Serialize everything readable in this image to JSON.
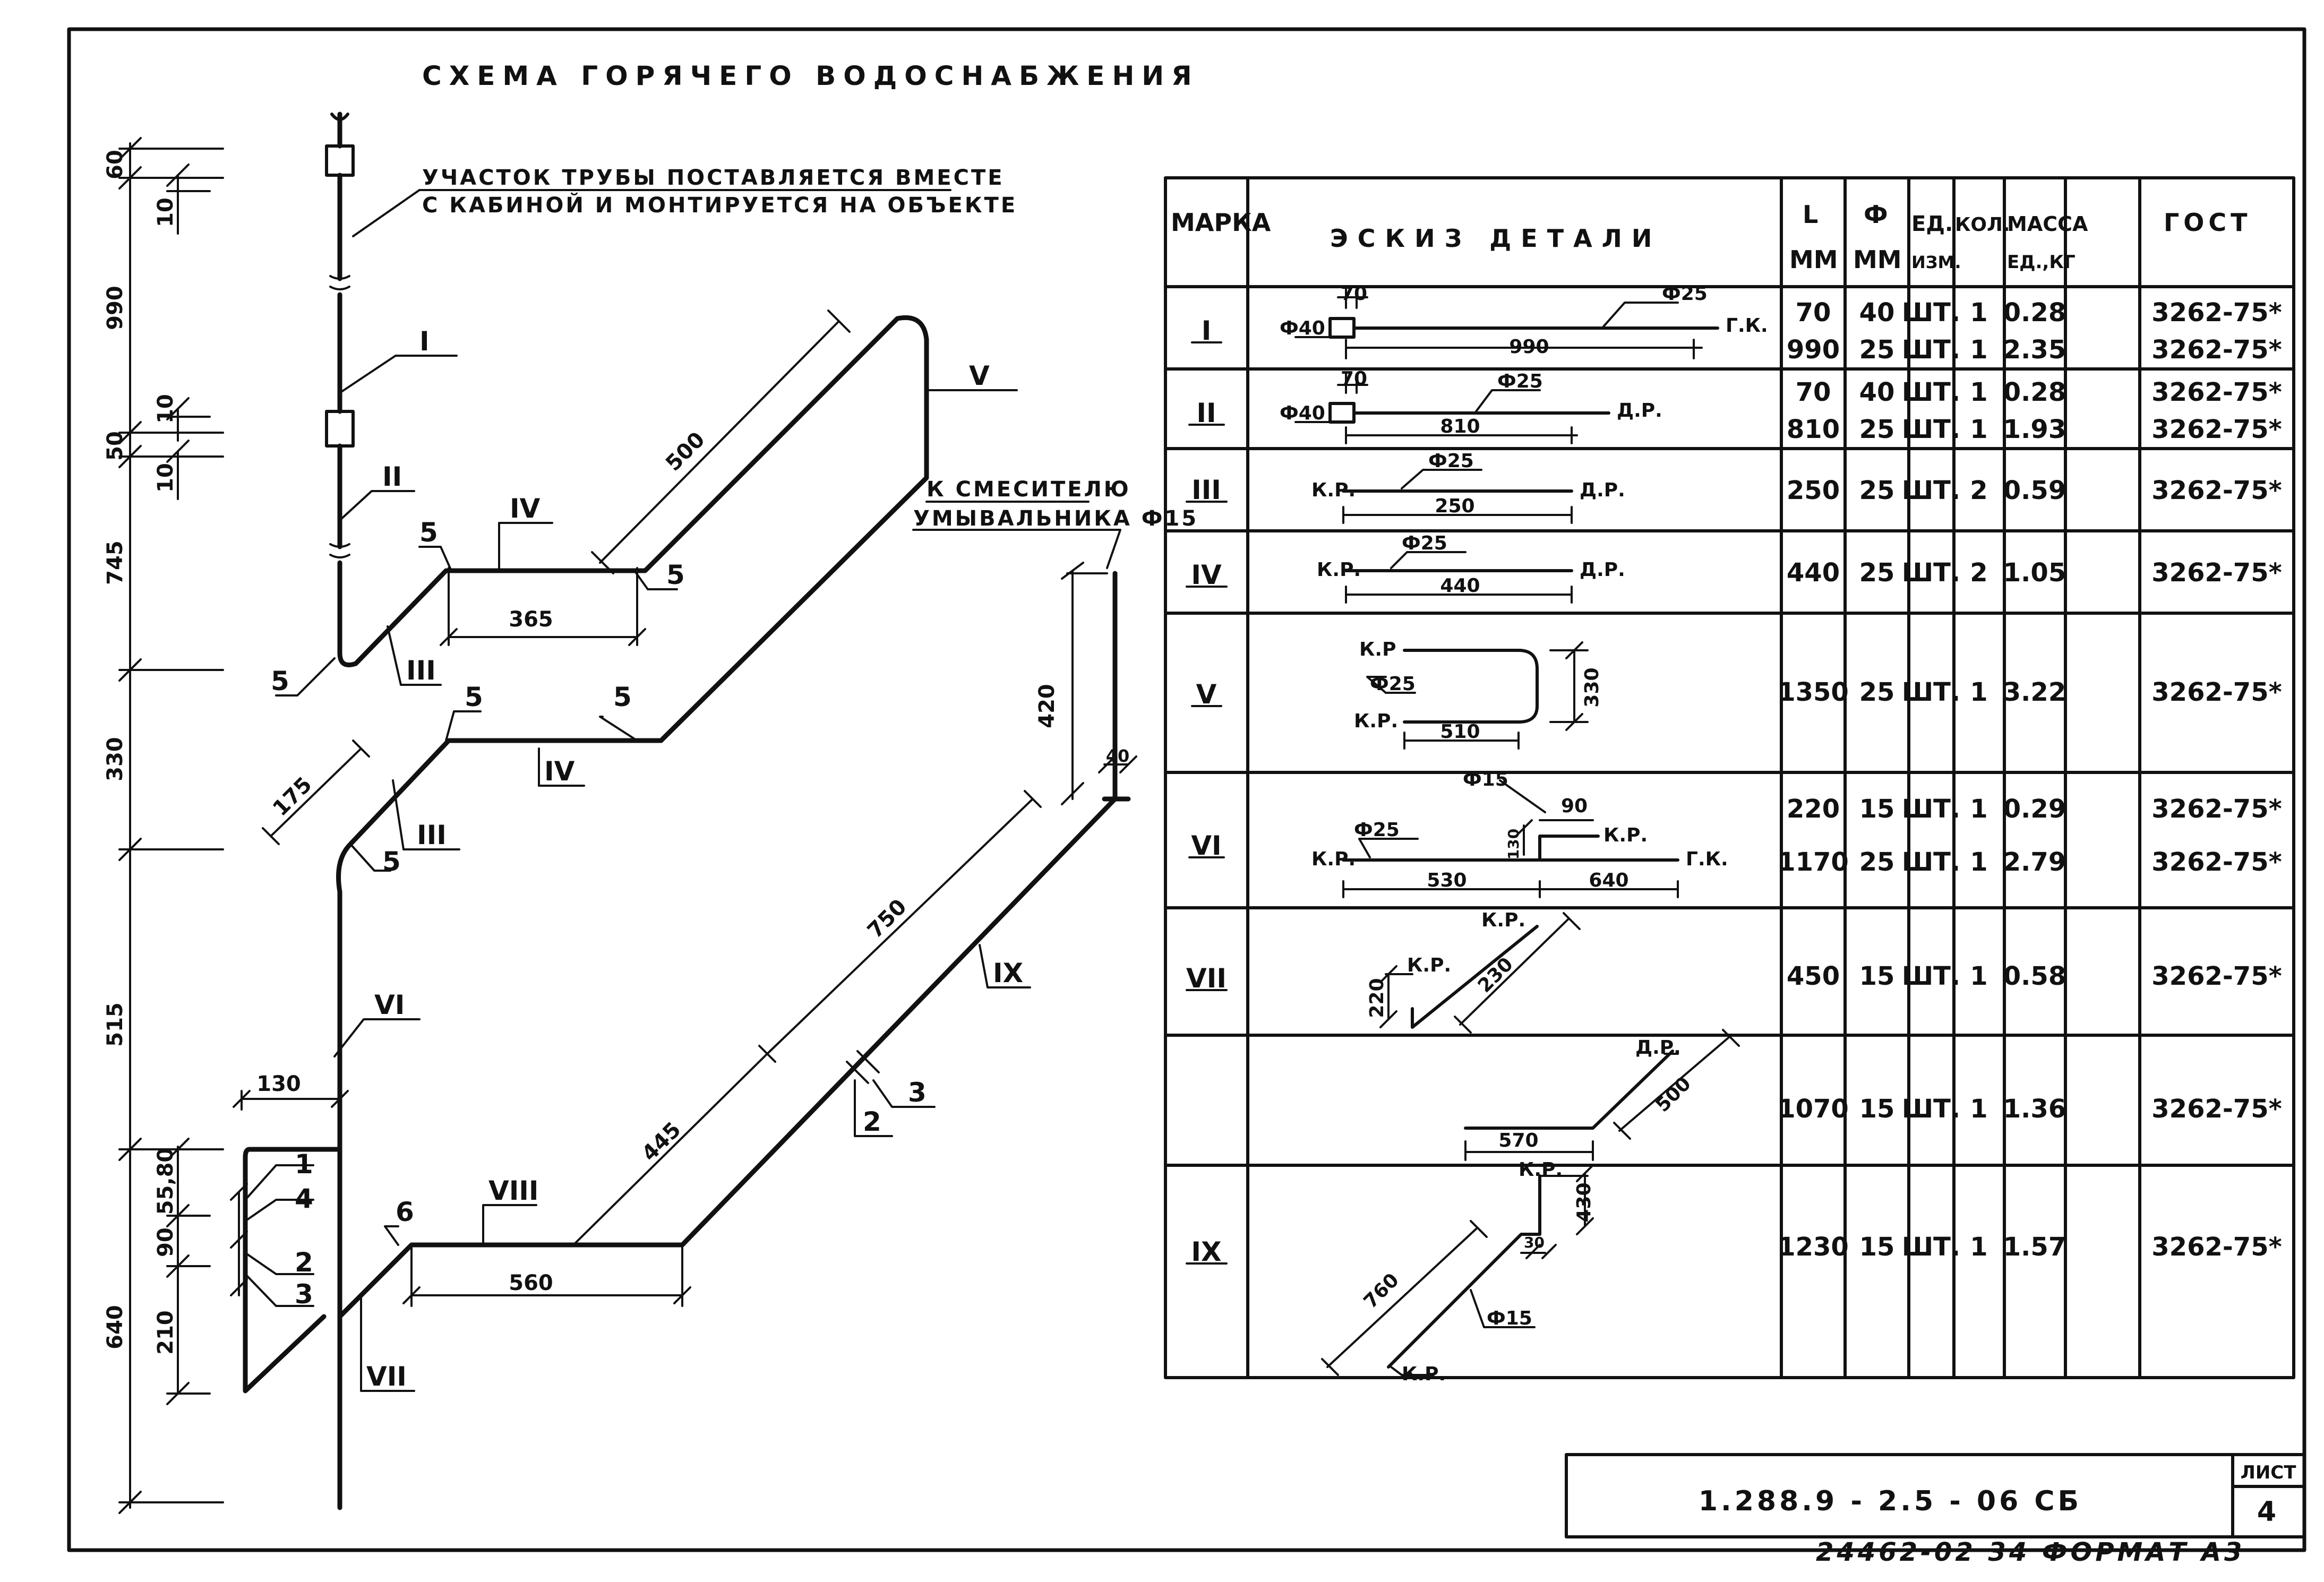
{
  "title": "СХЕМА ГОРЯЧЕГО ВОДОСНАБЖЕНИЯ",
  "note": {
    "line1": "УЧАСТОК ТРУБЫ ПОСТАВЛЯЕТСЯ ВМЕСТЕ",
    "line2": "С КАБИНОЙ И МОНТИРУЕТСЯ НА ОБЪЕКТЕ"
  },
  "mixer_label": {
    "line1": "К СМЕСИТЕЛЮ",
    "line2": "УМЫВАЛЬНИКА Ф15"
  },
  "vertical_dims": [
    "60",
    "10",
    "990",
    "10",
    "50",
    "10",
    "745",
    "330",
    "515",
    "640",
    "55,80",
    "90",
    "210"
  ],
  "scheme_dims": {
    "d500": "500",
    "d365": "365",
    "d175": "175",
    "d420": "420",
    "d40": "40",
    "d750": "750",
    "d445": "445",
    "d560": "560",
    "d130": "130"
  },
  "scheme_marks": {
    "I": "I",
    "II": "II",
    "III_a": "III",
    "III_b": "III",
    "IV_a": "IV",
    "IV_b": "IV",
    "V": "V",
    "VI": "VI",
    "VII": "VII",
    "VIII": "VIII",
    "IX": "IX",
    "p5a": "5",
    "p5b": "5",
    "p5c": "5",
    "p5d": "5",
    "p5e": "5",
    "p5f": "5",
    "p1": "1",
    "p2": "2",
    "p3": "3",
    "p4": "4",
    "p6": "6",
    "p2b": "2",
    "p3b": "3"
  },
  "table": {
    "headers": {
      "mark": "МАРКА",
      "sketch": "ЭСКИЗ ДЕТАЛИ",
      "l_top": "L",
      "l_bot": "ММ",
      "phi_top": "Ф",
      "phi_bot": "ММ",
      "unit_top": "ЕД.",
      "unit_bot": "ИЗМ.",
      "qty": "КОЛ.",
      "mass_top": "МАССА",
      "mass_bot": "ЕД.,КГ",
      "gost": "ГОСТ"
    },
    "rows": [
      {
        "mark": "I",
        "lines": [
          {
            "l": "70",
            "phi": "40",
            "unit": "ШТ.",
            "qty": "1",
            "mass": "0.28",
            "gost": "3262-75*"
          },
          {
            "l": "990",
            "phi": "25",
            "unit": "ШТ.",
            "qty": "1",
            "mass": "2.35",
            "gost": "3262-75*"
          }
        ]
      },
      {
        "mark": "II",
        "lines": [
          {
            "l": "70",
            "phi": "40",
            "unit": "ШТ.",
            "qty": "1",
            "mass": "0.28",
            "gost": "3262-75*"
          },
          {
            "l": "810",
            "phi": "25",
            "unit": "ШТ.",
            "qty": "1",
            "mass": "1.93",
            "gost": "3262-75*"
          }
        ]
      },
      {
        "mark": "III",
        "lines": [
          {
            "l": "250",
            "phi": "25",
            "unit": "ШТ.",
            "qty": "2",
            "mass": "0.59",
            "gost": "3262-75*"
          }
        ]
      },
      {
        "mark": "IV",
        "lines": [
          {
            "l": "440",
            "phi": "25",
            "unit": "ШТ.",
            "qty": "2",
            "mass": "1.05",
            "gost": "3262-75*"
          }
        ]
      },
      {
        "mark": "V",
        "lines": [
          {
            "l": "1350",
            "phi": "25",
            "unit": "ШТ.",
            "qty": "1",
            "mass": "3.22",
            "gost": "3262-75*"
          }
        ]
      },
      {
        "mark": "VI",
        "lines": [
          {
            "l": "220",
            "phi": "15",
            "unit": "ШТ.",
            "qty": "1",
            "mass": "0.29",
            "gost": "3262-75*"
          },
          {
            "l": "1170",
            "phi": "25",
            "unit": "ШТ.",
            "qty": "1",
            "mass": "2.79",
            "gost": "3262-75*"
          }
        ]
      },
      {
        "mark": "VII",
        "lines": [
          {
            "l": "450",
            "phi": "15",
            "unit": "ШТ.",
            "qty": "1",
            "mass": "0.58",
            "gost": "3262-75*"
          }
        ]
      },
      {
        "mark": "",
        "lines": [
          {
            "l": "1070",
            "phi": "15",
            "unit": "ШТ.",
            "qty": "1",
            "mass": "1.36",
            "gost": "3262-75*"
          }
        ]
      },
      {
        "mark": "IX",
        "lines": [
          {
            "l": "1230",
            "phi": "15",
            "unit": "ШТ.",
            "qty": "1",
            "mass": "1.57",
            "gost": "3262-75*"
          }
        ]
      }
    ]
  },
  "sketch_labels": {
    "r1_70": "70",
    "r1_f25": "Ф25",
    "r1_f40": "Ф40",
    "r1_gk": "Г.К.",
    "r1_990": "990",
    "r2_70": "70",
    "r2_f25": "Ф25",
    "r2_f40": "Ф40",
    "r2_dr": "Д.Р.",
    "r2_810": "810",
    "r3_kr": "К.Р.",
    "r3_f25": "Ф25",
    "r3_dr": "Д.Р.",
    "r3_250": "250",
    "r4_kr": "К.Р.",
    "r4_f25": "Ф25",
    "r4_dr": "Д.Р.",
    "r4_440": "440",
    "r5_kr1": "К.Р",
    "r5_f25": "Ф25",
    "r5_kr2": "К.Р.",
    "r5_510": "510",
    "r5_330": "330",
    "r6_f15": "Ф15",
    "r6_90": "90",
    "r6_kr1": "К.Р.",
    "r6_f25": "Ф25",
    "r6_130": "130",
    "r6_kr2": "К.Р.",
    "r6_gk": "Г.К.",
    "r6_530": "530",
    "r6_640": "640",
    "r7_kr1": "К.Р.",
    "r7_kr2": "К.Р.",
    "r7_230": "230",
    "r7_220": "220",
    "r8_dr": "Д.Р.",
    "r8_500": "500",
    "r8_570": "570",
    "r9_kr1": "К.Р.",
    "r9_430": "430",
    "r9_30": "30",
    "r9_760": "760",
    "r9_f15": "Ф15",
    "r9_kr2": "К.Р."
  },
  "stamp": {
    "code": "1.288.9 - 2.5 - 06 СБ",
    "sheet_label": "ЛИСТ",
    "sheet_no": "4",
    "bottom": "24462-02 34 ФОРМАТ А3"
  }
}
